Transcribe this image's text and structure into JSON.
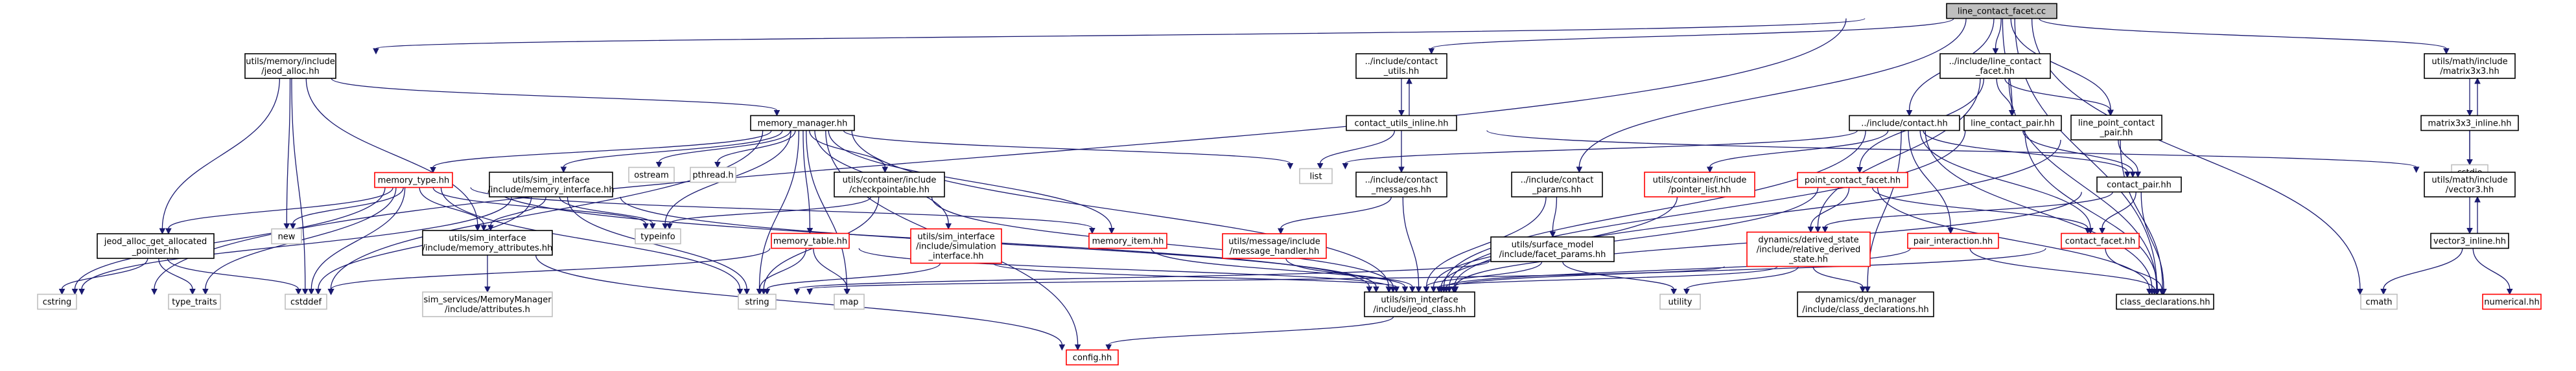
{
  "colors": {
    "edge": "#191970",
    "normal_border": "#000000",
    "red_border": "#ff0000",
    "gray_border": "#bfbfbf",
    "root_fill": "#bfbfbf",
    "fill": "#ffffff"
  },
  "nodes": [
    {
      "id": "root",
      "lines": [
        "line_contact_facet.cc"
      ],
      "style": "root"
    },
    {
      "id": "jeod_alloc",
      "lines": [
        "utils/memory/include",
        "/jeod_alloc.hh"
      ],
      "style": "normal"
    },
    {
      "id": "contact_utils",
      "lines": [
        "../include/contact",
        "_utils.hh"
      ],
      "style": "normal"
    },
    {
      "id": "line_contact_facet_hh",
      "lines": [
        "../include/line_contact",
        "_facet.hh"
      ],
      "style": "normal"
    },
    {
      "id": "matrix3x3",
      "lines": [
        "utils/math/include",
        "/matrix3x3.hh"
      ],
      "style": "normal"
    },
    {
      "id": "memory_manager",
      "lines": [
        "memory_manager.hh"
      ],
      "style": "normal"
    },
    {
      "id": "contact_utils_inline",
      "lines": [
        "contact_utils_inline.hh"
      ],
      "style": "normal"
    },
    {
      "id": "line_contact_pair",
      "lines": [
        "line_contact_pair.hh"
      ],
      "style": "normal"
    },
    {
      "id": "line_point_contact_pair",
      "lines": [
        "line_point_contact",
        "_pair.hh"
      ],
      "style": "normal"
    },
    {
      "id": "contact_hh",
      "lines": [
        "../include/contact.hh"
      ],
      "style": "normal"
    },
    {
      "id": "matrix3x3_inline",
      "lines": [
        "matrix3x3_inline.hh"
      ],
      "style": "normal"
    },
    {
      "id": "cstdio",
      "lines": [
        "cstdio"
      ],
      "style": "gray"
    },
    {
      "id": "memory_type",
      "lines": [
        "memory_type.hh"
      ],
      "style": "red"
    },
    {
      "id": "memory_interface",
      "lines": [
        "utils/sim_interface",
        "/include/memory_interface.hh"
      ],
      "style": "normal"
    },
    {
      "id": "ostream",
      "lines": [
        "ostream"
      ],
      "style": "gray"
    },
    {
      "id": "pthread",
      "lines": [
        "pthread.h"
      ],
      "style": "gray"
    },
    {
      "id": "checkpointable",
      "lines": [
        "utils/container/include",
        "/checkpointable.hh"
      ],
      "style": "normal"
    },
    {
      "id": "list",
      "lines": [
        "list"
      ],
      "style": "gray"
    },
    {
      "id": "contact_messages",
      "lines": [
        "../include/contact",
        "_messages.hh"
      ],
      "style": "normal"
    },
    {
      "id": "contact_params",
      "lines": [
        "../include/contact",
        "_params.hh"
      ],
      "style": "normal"
    },
    {
      "id": "pointer_list",
      "lines": [
        "utils/container/include",
        "/pointer_list.hh"
      ],
      "style": "red"
    },
    {
      "id": "point_contact_facet",
      "lines": [
        "point_contact_facet.hh"
      ],
      "style": "red"
    },
    {
      "id": "contact_pair",
      "lines": [
        "contact_pair.hh"
      ],
      "style": "normal"
    },
    {
      "id": "vector3",
      "lines": [
        "utils/math/include",
        "/vector3.hh"
      ],
      "style": "normal"
    },
    {
      "id": "jeod_alloc_get_allocated",
      "lines": [
        "jeod_alloc_get_allocated",
        "_pointer.hh"
      ],
      "style": "normal"
    },
    {
      "id": "new",
      "lines": [
        "new"
      ],
      "style": "gray"
    },
    {
      "id": "memory_attributes",
      "lines": [
        "utils/sim_interface",
        "/include/memory_attributes.hh"
      ],
      "style": "normal"
    },
    {
      "id": "typeinfo",
      "lines": [
        "typeinfo"
      ],
      "style": "gray"
    },
    {
      "id": "memory_table",
      "lines": [
        "memory_table.hh"
      ],
      "style": "red"
    },
    {
      "id": "simulation_interface",
      "lines": [
        "utils/sim_interface",
        "/include/simulation",
        "_interface.hh"
      ],
      "style": "red"
    },
    {
      "id": "memory_item",
      "lines": [
        "memory_item.hh"
      ],
      "style": "red"
    },
    {
      "id": "message_handler",
      "lines": [
        "utils/message/include",
        "/message_handler.hh"
      ],
      "style": "red"
    },
    {
      "id": "facet_params",
      "lines": [
        "utils/surface_model",
        "/include/facet_params.hh"
      ],
      "style": "normal"
    },
    {
      "id": "relative_derived_state",
      "lines": [
        "dynamics/derived_state",
        "/include/relative_derived",
        "_state.hh"
      ],
      "style": "red"
    },
    {
      "id": "pair_interaction",
      "lines": [
        "pair_interaction.hh"
      ],
      "style": "red"
    },
    {
      "id": "contact_facet",
      "lines": [
        "contact_facet.hh"
      ],
      "style": "red"
    },
    {
      "id": "vector3_inline",
      "lines": [
        "vector3_inline.hh"
      ],
      "style": "normal"
    },
    {
      "id": "cstring",
      "lines": [
        "cstring"
      ],
      "style": "gray"
    },
    {
      "id": "type_traits",
      "lines": [
        "type_traits"
      ],
      "style": "gray"
    },
    {
      "id": "cstddef",
      "lines": [
        "cstddef"
      ],
      "style": "gray"
    },
    {
      "id": "sim_services_attributes",
      "lines": [
        "sim_services/MemoryManager",
        "/include/attributes.h"
      ],
      "style": "gray"
    },
    {
      "id": "string",
      "lines": [
        "string"
      ],
      "style": "gray"
    },
    {
      "id": "map",
      "lines": [
        "map"
      ],
      "style": "gray"
    },
    {
      "id": "jeod_class",
      "lines": [
        "utils/sim_interface",
        "/include/jeod_class.hh"
      ],
      "style": "normal"
    },
    {
      "id": "utility",
      "lines": [
        "utility"
      ],
      "style": "gray"
    },
    {
      "id": "class_declarations_dm",
      "lines": [
        "dynamics/dyn_manager",
        "/include/class_declarations.hh"
      ],
      "style": "normal"
    },
    {
      "id": "class_declarations",
      "lines": [
        "class_declarations.hh"
      ],
      "style": "normal"
    },
    {
      "id": "cmath",
      "lines": [
        "cmath"
      ],
      "style": "gray"
    },
    {
      "id": "numerical",
      "lines": [
        "numerical.hh"
      ],
      "style": "red"
    },
    {
      "id": "config",
      "lines": [
        "config.hh"
      ],
      "style": "red"
    }
  ],
  "edges": [
    [
      "root",
      "jeod_alloc"
    ],
    [
      "root",
      "contact_utils"
    ],
    [
      "root",
      "line_contact_facet_hh"
    ],
    [
      "root",
      "matrix3x3"
    ],
    [
      "root",
      "line_contact_pair"
    ],
    [
      "root",
      "line_point_contact_pair"
    ],
    [
      "root",
      "contact_hh"
    ],
    [
      "root",
      "contact_params"
    ],
    [
      "root",
      "cstring"
    ],
    [
      "root",
      "cmath"
    ],
    [
      "root",
      "class_declarations"
    ],
    [
      "jeod_alloc",
      "memory_manager"
    ],
    [
      "jeod_alloc",
      "jeod_alloc_get_allocated"
    ],
    [
      "jeod_alloc",
      "new"
    ],
    [
      "jeod_alloc",
      "memory_attributes"
    ],
    [
      "jeod_alloc",
      "cstddef"
    ],
    [
      "contact_utils",
      "contact_utils_inline"
    ],
    [
      "contact_utils_inline",
      "contact_utils"
    ],
    [
      "contact_utils_inline",
      "contact_messages"
    ],
    [
      "contact_utils_inline",
      "list"
    ],
    [
      "contact_utils_inline",
      "vector3"
    ],
    [
      "line_contact_facet_hh",
      "relative_derived_state"
    ],
    [
      "line_contact_facet_hh",
      "point_contact_facet"
    ],
    [
      "line_contact_facet_hh",
      "line_contact_pair"
    ],
    [
      "line_contact_facet_hh",
      "line_point_contact_pair"
    ],
    [
      "line_contact_facet_hh",
      "class_declarations"
    ],
    [
      "matrix3x3",
      "matrix3x3_inline"
    ],
    [
      "matrix3x3_inline",
      "matrix3x3"
    ],
    [
      "matrix3x3_inline",
      "cstdio"
    ],
    [
      "matrix3x3_inline",
      "vector3"
    ],
    [
      "memory_manager",
      "memory_type"
    ],
    [
      "memory_manager",
      "memory_interface"
    ],
    [
      "memory_manager",
      "ostream"
    ],
    [
      "memory_manager",
      "pthread"
    ],
    [
      "memory_manager",
      "checkpointable"
    ],
    [
      "memory_manager",
      "list"
    ],
    [
      "memory_manager",
      "memory_table"
    ],
    [
      "memory_manager",
      "simulation_interface"
    ],
    [
      "memory_manager",
      "memory_item"
    ],
    [
      "memory_manager",
      "string"
    ],
    [
      "memory_manager",
      "typeinfo"
    ],
    [
      "memory_manager",
      "config"
    ],
    [
      "memory_manager",
      "jeod_class"
    ],
    [
      "memory_manager",
      "cstddef"
    ],
    [
      "memory_manager",
      "map"
    ],
    [
      "memory_type",
      "memory_attributes"
    ],
    [
      "memory_type",
      "jeod_alloc_get_allocated"
    ],
    [
      "memory_type",
      "new"
    ],
    [
      "memory_type",
      "typeinfo"
    ],
    [
      "memory_type",
      "cstring"
    ],
    [
      "memory_type",
      "type_traits"
    ],
    [
      "memory_type",
      "cstddef"
    ],
    [
      "memory_type",
      "string"
    ],
    [
      "memory_type",
      "jeod_class"
    ],
    [
      "memory_type",
      "memory_item"
    ],
    [
      "memory_interface",
      "memory_attributes"
    ],
    [
      "memory_interface",
      "typeinfo"
    ],
    [
      "memory_interface",
      "string"
    ],
    [
      "memory_interface",
      "jeod_class"
    ],
    [
      "memory_interface",
      "cstring"
    ],
    [
      "memory_interface",
      "cstddef"
    ],
    [
      "checkpointable",
      "string"
    ],
    [
      "checkpointable",
      "typeinfo"
    ],
    [
      "checkpointable",
      "jeod_class"
    ],
    [
      "contact_messages",
      "message_handler"
    ],
    [
      "contact_messages",
      "jeod_class"
    ],
    [
      "contact_params",
      "facet_params"
    ],
    [
      "contact_params",
      "jeod_class"
    ],
    [
      "line_contact_pair",
      "contact_pair"
    ],
    [
      "line_contact_pair",
      "class_declarations"
    ],
    [
      "line_contact_pair",
      "jeod_class"
    ],
    [
      "line_point_contact_pair",
      "contact_pair"
    ],
    [
      "line_point_contact_pair",
      "class_declarations"
    ],
    [
      "line_point_contact_pair",
      "jeod_class"
    ],
    [
      "contact_hh",
      "pointer_list"
    ],
    [
      "contact_hh",
      "contact_pair"
    ],
    [
      "contact_hh",
      "pair_interaction"
    ],
    [
      "contact_hh",
      "contact_facet"
    ],
    [
      "contact_hh",
      "class_declarations"
    ],
    [
      "contact_hh",
      "jeod_class"
    ],
    [
      "contact_hh",
      "list"
    ],
    [
      "contact_hh",
      "class_declarations_dm"
    ],
    [
      "point_contact_facet",
      "relative_derived_state"
    ],
    [
      "point_contact_facet",
      "contact_facet"
    ],
    [
      "point_contact_facet",
      "jeod_class"
    ],
    [
      "point_contact_facet",
      "class_declarations"
    ],
    [
      "contact_pair",
      "contact_facet"
    ],
    [
      "contact_pair",
      "relative_derived_state"
    ],
    [
      "contact_pair",
      "class_declarations"
    ],
    [
      "contact_pair",
      "jeod_class"
    ],
    [
      "vector3",
      "vector3_inline"
    ],
    [
      "vector3_inline",
      "vector3"
    ],
    [
      "vector3_inline",
      "cmath"
    ],
    [
      "vector3_inline",
      "numerical"
    ],
    [
      "jeod_alloc_get_allocated",
      "cstring"
    ],
    [
      "jeod_alloc_get_allocated",
      "type_traits"
    ],
    [
      "jeod_alloc_get_allocated",
      "cstddef"
    ],
    [
      "memory_attributes",
      "sim_services_attributes"
    ],
    [
      "memory_attributes",
      "config"
    ],
    [
      "memory_table",
      "string"
    ],
    [
      "memory_table",
      "map"
    ],
    [
      "memory_table",
      "cstddef"
    ],
    [
      "memory_table",
      "jeod_class"
    ],
    [
      "simulation_interface",
      "string"
    ],
    [
      "simulation_interface",
      "jeod_class"
    ],
    [
      "memory_item",
      "jeod_class"
    ],
    [
      "message_handler",
      "jeod_class"
    ],
    [
      "facet_params",
      "string"
    ],
    [
      "facet_params",
      "utility"
    ],
    [
      "facet_params",
      "jeod_class"
    ],
    [
      "relative_derived_state",
      "string"
    ],
    [
      "relative_derived_state",
      "utility"
    ],
    [
      "relative_derived_state",
      "class_declarations_dm"
    ],
    [
      "relative_derived_state",
      "jeod_class"
    ],
    [
      "pair_interaction",
      "jeod_class"
    ],
    [
      "pair_interaction",
      "class_declarations"
    ],
    [
      "contact_facet",
      "class_declarations"
    ],
    [
      "contact_facet",
      "jeod_class"
    ],
    [
      "pointer_list",
      "jeod_class"
    ],
    [
      "jeod_class",
      "config"
    ]
  ]
}
